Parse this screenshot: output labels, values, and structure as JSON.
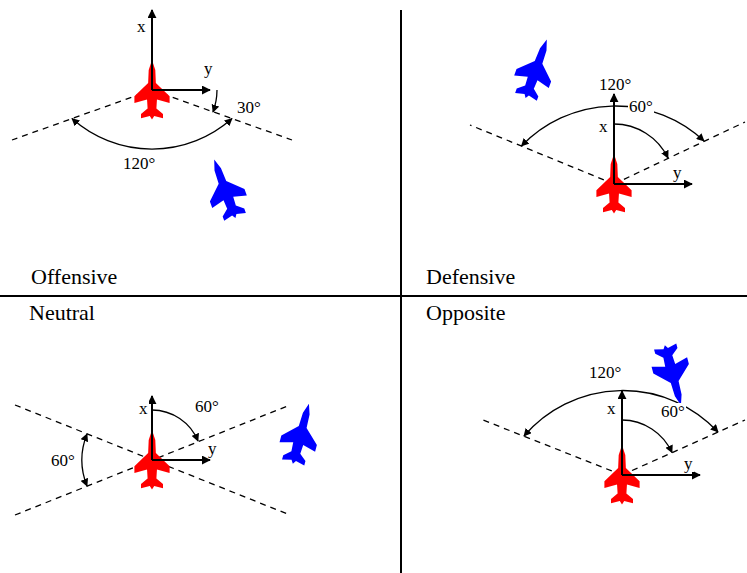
{
  "diagram": {
    "labels": [
      "x",
      "y",
      "30°",
      "120°",
      "Offensive",
      "120°",
      "x",
      "60°",
      "y",
      "Defensive",
      "Neutral",
      "x",
      "60°",
      "y",
      "60°",
      "Opposite",
      "120°",
      "x",
      "60°",
      "y"
    ]
  }
}
